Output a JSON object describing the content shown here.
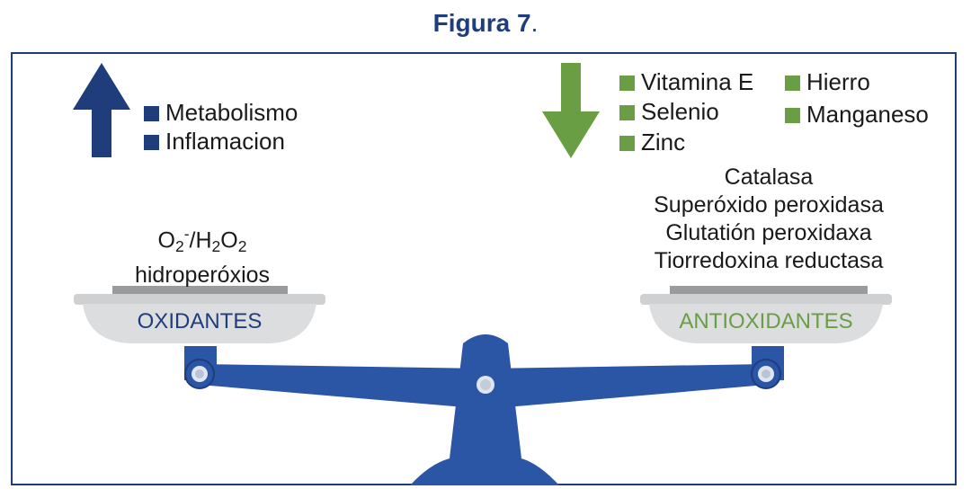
{
  "figure": {
    "title": "Figura 7",
    "title_suffix": "."
  },
  "colors": {
    "blue": "#1f3d7a",
    "scale_blue": "#2b56a6",
    "green": "#6a9e45",
    "pan_gray": "#d9dadb"
  },
  "left": {
    "arrow": "arrow-up-icon",
    "items": [
      "Metabolismo",
      "Inflamacion"
    ],
    "species": {
      "o": "O",
      "o_sub": "2",
      "o_sup": "-",
      "slash": "/H",
      "h_sub": "2",
      "o2": "O",
      "o2_sub": "2",
      "line2": "hidroperóxios"
    },
    "pan_label": "OXIDANTES"
  },
  "right": {
    "arrow": "arrow-down-icon",
    "items_col1": [
      "Vitamina E",
      "Selenio",
      "Zinc"
    ],
    "items_col2": [
      "Hierro",
      "Manganeso"
    ],
    "enzymes": [
      "Catalasa",
      "Superóxido peroxidasa",
      "Glutatión peroxidaxa",
      "Tiorredoxina reductasa"
    ],
    "pan_label": "ANTIOXIDANTES"
  }
}
